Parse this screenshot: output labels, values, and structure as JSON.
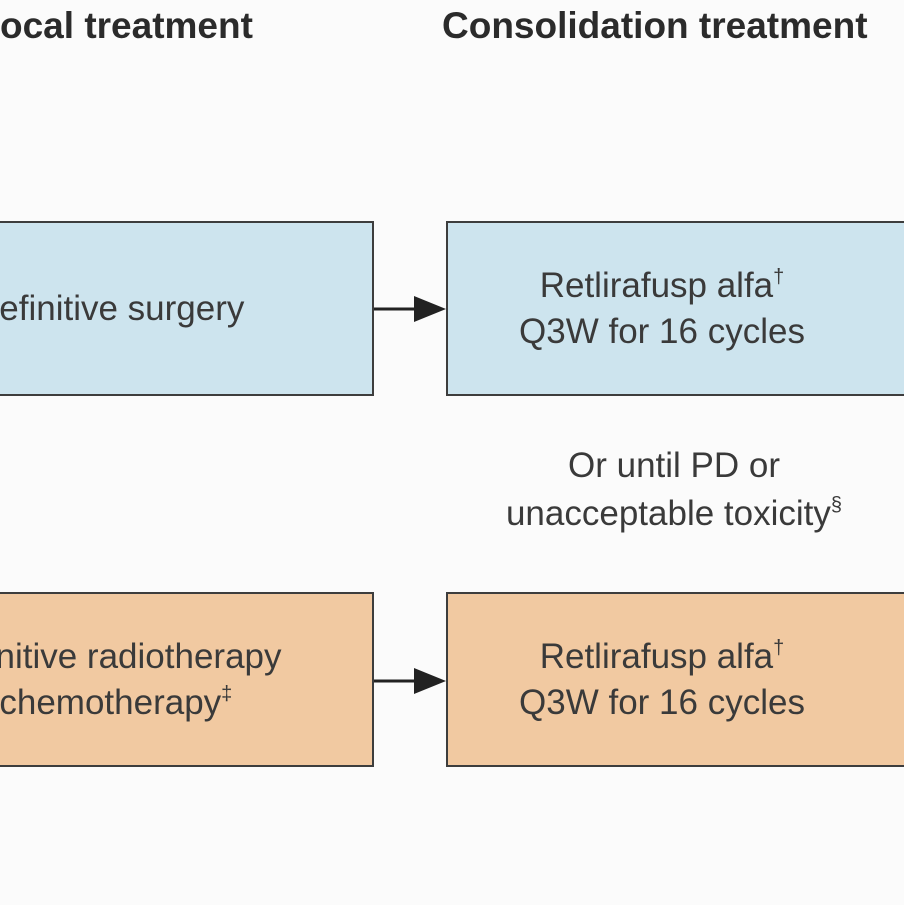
{
  "headers": {
    "local": "ocal treatment",
    "consolidation": "Consolidation treatment"
  },
  "rows": [
    {
      "left": {
        "lines": [
          {
            "text": "Definitive surgery",
            "sup": ""
          }
        ]
      },
      "right": {
        "lines": [
          {
            "text": "Retlirafusp alfa",
            "sup": "†"
          },
          {
            "text": "Q3W for 16 cycles",
            "sup": ""
          }
        ]
      }
    },
    {
      "left": {
        "lines": [
          {
            "text": "finitive radiotherapy",
            "sup": ""
          },
          {
            "text": "- chemotherapy",
            "sup": "‡"
          }
        ]
      },
      "right": {
        "lines": [
          {
            "text": "Retlirafusp alfa",
            "sup": "†"
          },
          {
            "text": "Q3W for 16 cycles",
            "sup": ""
          }
        ]
      }
    }
  ],
  "note": {
    "line1": "Or until PD or",
    "line2": "unacceptable toxicity",
    "line2_sup": "§"
  },
  "colors": {
    "surgery_fill": "#cde4ee",
    "radiotherapy_fill": "#f1c9a1",
    "border": "#3d3d3d",
    "arrow": "#222222"
  }
}
